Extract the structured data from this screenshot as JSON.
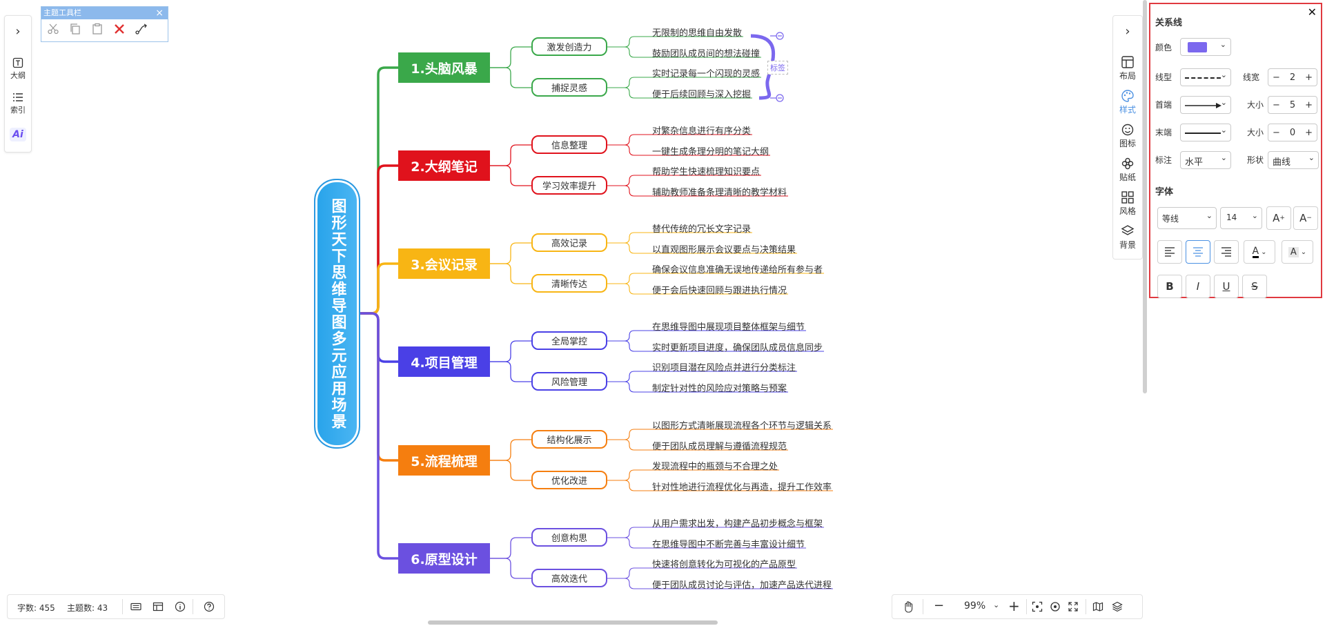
{
  "left_toolbar": {
    "items": [
      {
        "label": "大纲",
        "icon": "outline-icon"
      },
      {
        "label": "索引",
        "icon": "index-icon"
      }
    ],
    "ai_label": "Ai"
  },
  "theme_toolbar": {
    "title": "主题工具栏",
    "close": "×"
  },
  "mindmap": {
    "root": "图形天下思维导图多元应用场景",
    "branches": [
      {
        "title": "1.头脑风暴",
        "color": "#3aa84a",
        "subs": [
          {
            "title": "激发创造力",
            "leaves": [
              "无限制的思维自由发散",
              "鼓励团队成员间的想法碰撞"
            ]
          },
          {
            "title": "捕捉灵感",
            "leaves": [
              "实时记录每一个闪现的灵感",
              "便于后续回顾与深入挖掘"
            ]
          }
        ]
      },
      {
        "title": "2.大纲笔记",
        "color": "#e0121c",
        "subs": [
          {
            "title": "信息整理",
            "leaves": [
              "对繁杂信息进行有序分类",
              "一键生成条理分明的笔记大纲"
            ]
          },
          {
            "title": "学习效率提升",
            "leaves": [
              "帮助学生快速梳理知识要点",
              "辅助教师准备条理清晰的教学材料"
            ]
          }
        ]
      },
      {
        "title": "3.会议记录",
        "color": "#f8b514",
        "subs": [
          {
            "title": "高效记录",
            "leaves": [
              "替代传统的冗长文字记录",
              "以直观图形展示会议要点与决策结果"
            ]
          },
          {
            "title": "清晰传达",
            "leaves": [
              "确保会议信息准确无误地传递给所有参与者",
              "便于会后快速回顾与跟进执行情况"
            ]
          }
        ]
      },
      {
        "title": "4.项目管理",
        "color": "#4a40e6",
        "subs": [
          {
            "title": "全局掌控",
            "leaves": [
              "在思维导图中展现项目整体框架与细节",
              "实时更新项目进度，确保团队成员信息同步"
            ]
          },
          {
            "title": "风险管理",
            "leaves": [
              "识别项目潜在风险点并进行分类标注",
              "制定针对性的风险应对策略与预案"
            ]
          }
        ]
      },
      {
        "title": "5.流程梳理",
        "color": "#f57e0f",
        "subs": [
          {
            "title": "结构化展示",
            "leaves": [
              "以图形方式清晰展现流程各个环节与逻辑关系",
              "便于团队成员理解与遵循流程规范"
            ]
          },
          {
            "title": "优化改进",
            "leaves": [
              "发现流程中的瓶颈与不合理之处",
              "针对性地进行流程优化与再造，提升工作效率"
            ]
          }
        ]
      },
      {
        "title": "6.原型设计",
        "color": "#6b50e0",
        "subs": [
          {
            "title": "创意构思",
            "leaves": [
              "从用户需求出发，构建产品初步概念与框架",
              "在思维导图中不断完善与丰富设计细节"
            ]
          },
          {
            "title": "高效迭代",
            "leaves": [
              "快速将创意转化为可视化的产品原型",
              "便于团队成员讨论与评估，加速产品迭代进程"
            ]
          }
        ]
      }
    ],
    "relation_label": "标签",
    "relation_color": "#7b68ee"
  },
  "status_bar": {
    "word_count": "字数: 455",
    "topic_count": "主题数: 43"
  },
  "zoom_bar": {
    "zoom": "99%"
  },
  "right_bar": {
    "items": [
      {
        "label": "布局",
        "icon": "layout-icon"
      },
      {
        "label": "样式",
        "icon": "palette-icon",
        "active": true
      },
      {
        "label": "图标",
        "icon": "smiley-icon"
      },
      {
        "label": "贴纸",
        "icon": "sticker-icon"
      },
      {
        "label": "风格",
        "icon": "theme-grid-icon"
      },
      {
        "label": "背景",
        "icon": "layers-icon"
      }
    ],
    "active_color": "#4a90e2"
  },
  "panel": {
    "title": "关系线",
    "color_label": "颜色",
    "color_value": "#7b68ee",
    "line_type_label": "线型",
    "line_width_label": "线宽",
    "line_width_value": "2",
    "start_label": "首端",
    "start_size_label": "大小",
    "start_size_value": "5",
    "end_label": "末端",
    "end_size_label": "大小",
    "end_size_value": "0",
    "annotation_label": "标注",
    "annotation_value": "水平",
    "shape_label": "形状",
    "shape_value": "曲线",
    "font_section": "字体",
    "font_family": "等线",
    "font_size": "14",
    "minus": "−",
    "plus": "+"
  }
}
